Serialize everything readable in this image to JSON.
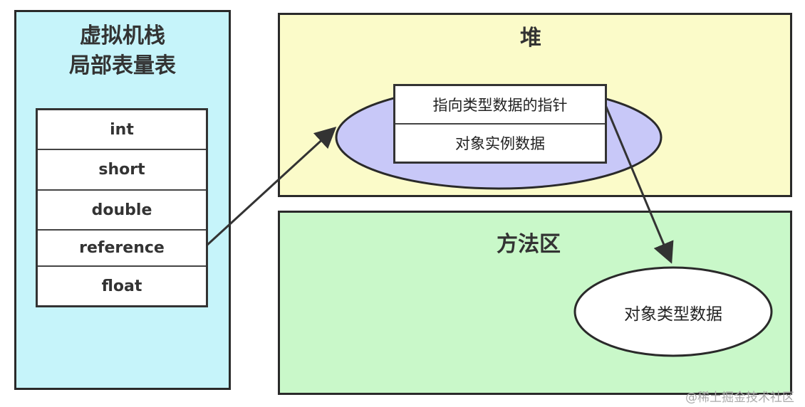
{
  "stack": {
    "title_line1": "虚拟机栈",
    "title_line2": "局部表量表",
    "rows": [
      "int",
      "short",
      "double",
      "reference",
      "float"
    ]
  },
  "heap": {
    "title": "堆",
    "object_rows": [
      "指向类型数据的指针",
      "对象实例数据"
    ]
  },
  "method_area": {
    "title": "方法区",
    "type_data": "对象类型数据"
  },
  "watermark": "@稀土掘金技术社区",
  "colors": {
    "stack": "#c6f4fa",
    "heap": "#fbfbc9",
    "method_area": "#c9f8c9",
    "object_ellipse": "#c8c8f8"
  }
}
